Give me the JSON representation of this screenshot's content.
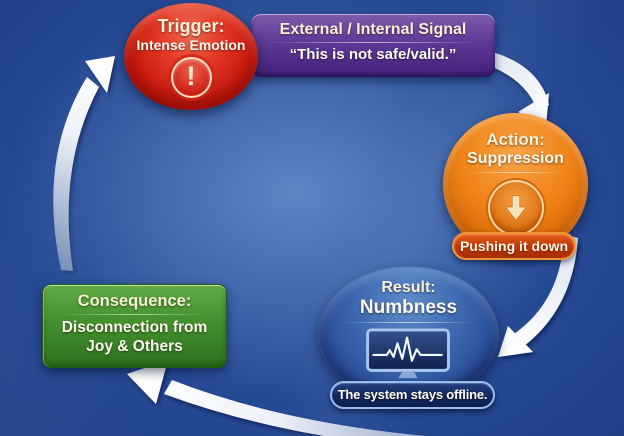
{
  "canvas": {
    "background_center_color": "#5b8cc8",
    "background_edge_color": "#102452"
  },
  "nodes": {
    "trigger": {
      "title": "Trigger:",
      "subtitle": "Intense Emotion",
      "icon": "exclamation-icon",
      "icon_glyph": "!",
      "accent_color": "#d21f12"
    },
    "signal": {
      "line1": "External / Internal Signal",
      "line2": "“This is not safe/valid.”",
      "accent_color": "#5b3595"
    },
    "action": {
      "title": "Action:",
      "subtitle": "Suppression",
      "icon": "down-arrow-icon",
      "caption": "Pushing it down",
      "accent_color": "#e5790f"
    },
    "result": {
      "title": "Result:",
      "subtitle": "Numbness",
      "icon": "monitor-flatline-icon",
      "caption": "The system stays offline.",
      "accent_color": "#2c55a2"
    },
    "consequence": {
      "title": "Consequence:",
      "line1": "Disconnection from",
      "line2": "Joy & Others",
      "accent_color": "#3e8a28"
    }
  },
  "arrows": [
    {
      "from": "signal",
      "to": "action"
    },
    {
      "from": "action",
      "to": "result"
    },
    {
      "from": "result",
      "to": "consequence"
    },
    {
      "from": "consequence",
      "to": "trigger"
    }
  ],
  "arrow_color": "#f2f5fa"
}
